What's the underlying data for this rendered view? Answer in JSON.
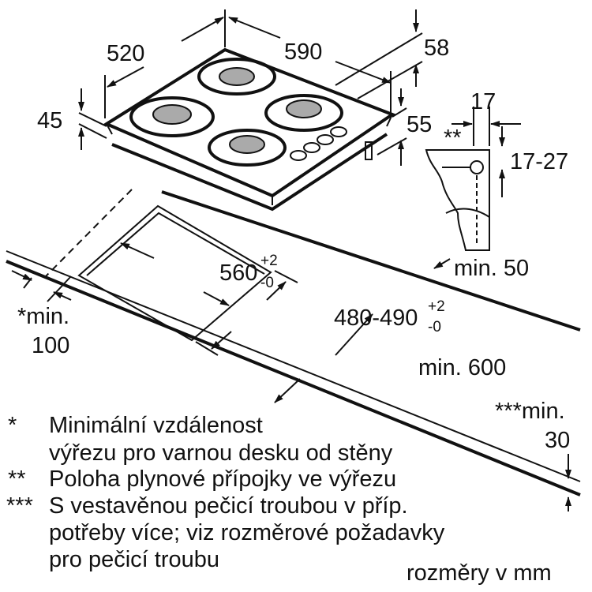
{
  "dimensions": {
    "hob_depth": "520",
    "hob_width": "590",
    "hob_height_total": "58",
    "hob_top_thickness": "45",
    "connector_height": "55",
    "connector_offset": "17",
    "connector_height_range": "17-27",
    "connector_marker": "**",
    "cutout_width": "560",
    "cutout_width_tol_plus": "+2",
    "cutout_width_tol_minus": "-0",
    "cutout_depth": "480-490",
    "cutout_depth_tol_plus": "+2",
    "cutout_depth_tol_minus": "-0",
    "min_back": "min. 50",
    "min_wall_line1": "*min.",
    "min_wall_line2": "100",
    "min_counter_depth": "min. 600",
    "min_thickness_line1": "***min.",
    "min_thickness_line2": "30"
  },
  "notes": [
    {
      "marker": "*",
      "lines": [
        "Minimální vzdálenost",
        "výřezu pro varnou desku od stěny"
      ]
    },
    {
      "marker": "**",
      "lines": [
        "Poloha plynové přípojky ve výřezu"
      ]
    },
    {
      "marker": "***",
      "lines": [
        "S vestavěnou pečicí troubou v příp.",
        "potřeby více; viz rozměrové požadavky",
        "pro pečicí troubu"
      ]
    }
  ],
  "units_label": "rozměry v mm"
}
